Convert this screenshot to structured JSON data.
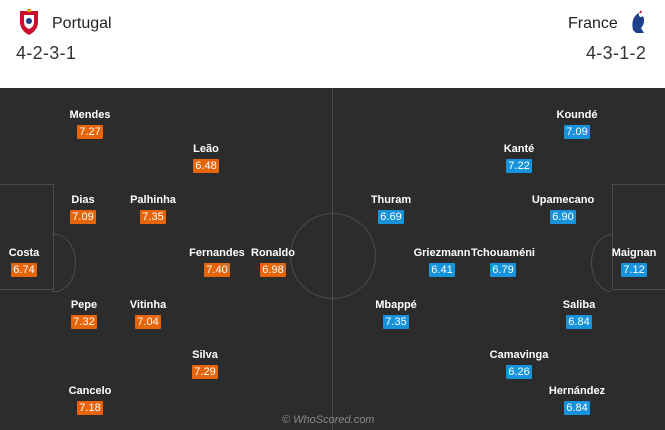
{
  "home": {
    "name": "Portugal",
    "formation": "4-2-3-1",
    "rating_color": "#e6640a",
    "crest_icon": "portugal-crest-icon",
    "players": [
      {
        "name": "Mendes",
        "rating": "7.27"
      },
      {
        "name": "Leão",
        "rating": "6.48"
      },
      {
        "name": "Dias",
        "rating": "7.09"
      },
      {
        "name": "Palhinha",
        "rating": "7.35"
      },
      {
        "name": "Costa",
        "rating": "6.74"
      },
      {
        "name": "Fernandes",
        "rating": "7.40"
      },
      {
        "name": "Ronaldo",
        "rating": "6.98"
      },
      {
        "name": "Pepe",
        "rating": "7.32"
      },
      {
        "name": "Vitinha",
        "rating": "7.04"
      },
      {
        "name": "Silva",
        "rating": "7.29"
      },
      {
        "name": "Cancelo",
        "rating": "7.18"
      }
    ]
  },
  "away": {
    "name": "France",
    "formation": "4-3-1-2",
    "rating_color": "#1793dc",
    "crest_icon": "france-rooster-icon",
    "players": [
      {
        "name": "Koundé",
        "rating": "7.09"
      },
      {
        "name": "Kanté",
        "rating": "7.22"
      },
      {
        "name": "Thuram",
        "rating": "6.69"
      },
      {
        "name": "Upamecano",
        "rating": "6.90"
      },
      {
        "name": "Griezmann",
        "rating": "6.41"
      },
      {
        "name": "Tchouaméni",
        "rating": "6.79"
      },
      {
        "name": "Maignan",
        "rating": "7.12"
      },
      {
        "name": "Mbappé",
        "rating": "7.35"
      },
      {
        "name": "Saliba",
        "rating": "6.84"
      },
      {
        "name": "Camavinga",
        "rating": "6.26"
      },
      {
        "name": "Hernández",
        "rating": "6.84"
      }
    ]
  },
  "pitch_color": "#2c2c2c",
  "watermark": "© WhoScored.com"
}
